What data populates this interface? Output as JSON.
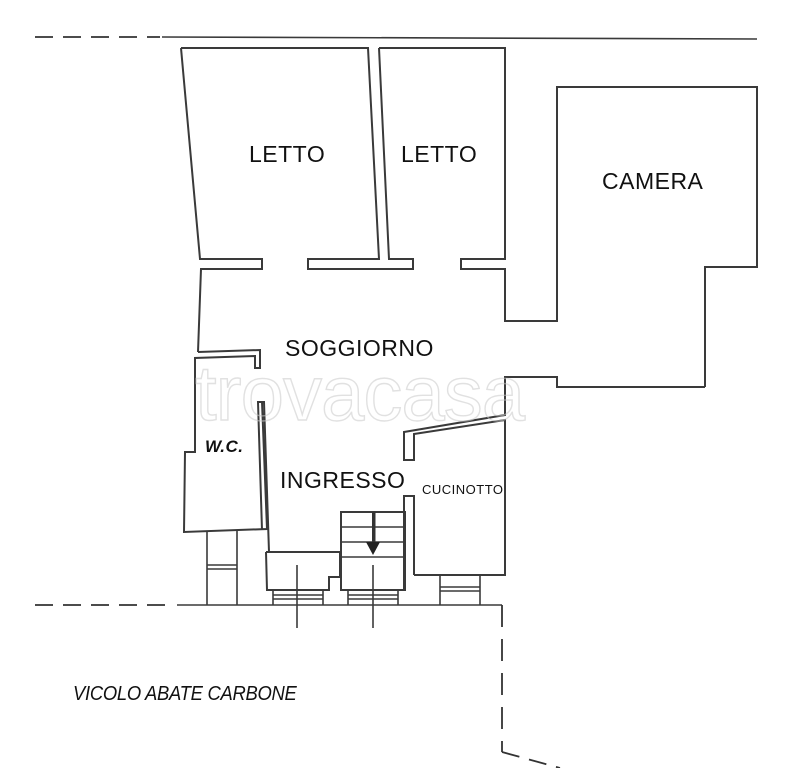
{
  "floor_plan": {
    "rooms": [
      {
        "id": "letto_1",
        "label": "LETTO"
      },
      {
        "id": "letto_2",
        "label": "LETTO"
      },
      {
        "id": "camera",
        "label": "CAMERA"
      },
      {
        "id": "soggiorno",
        "label": "SOGGIORNO"
      },
      {
        "id": "wc",
        "label": "W.C."
      },
      {
        "id": "ingresso",
        "label": "INGRESSO"
      },
      {
        "id": "cucinotto",
        "label": "CUCINOTTO"
      }
    ],
    "street_label": "VICOLO ABATE CARBONE",
    "watermark": "trovacasa",
    "stair_direction": "down",
    "line_color": "#3a3a3a",
    "background": "#ffffff"
  }
}
